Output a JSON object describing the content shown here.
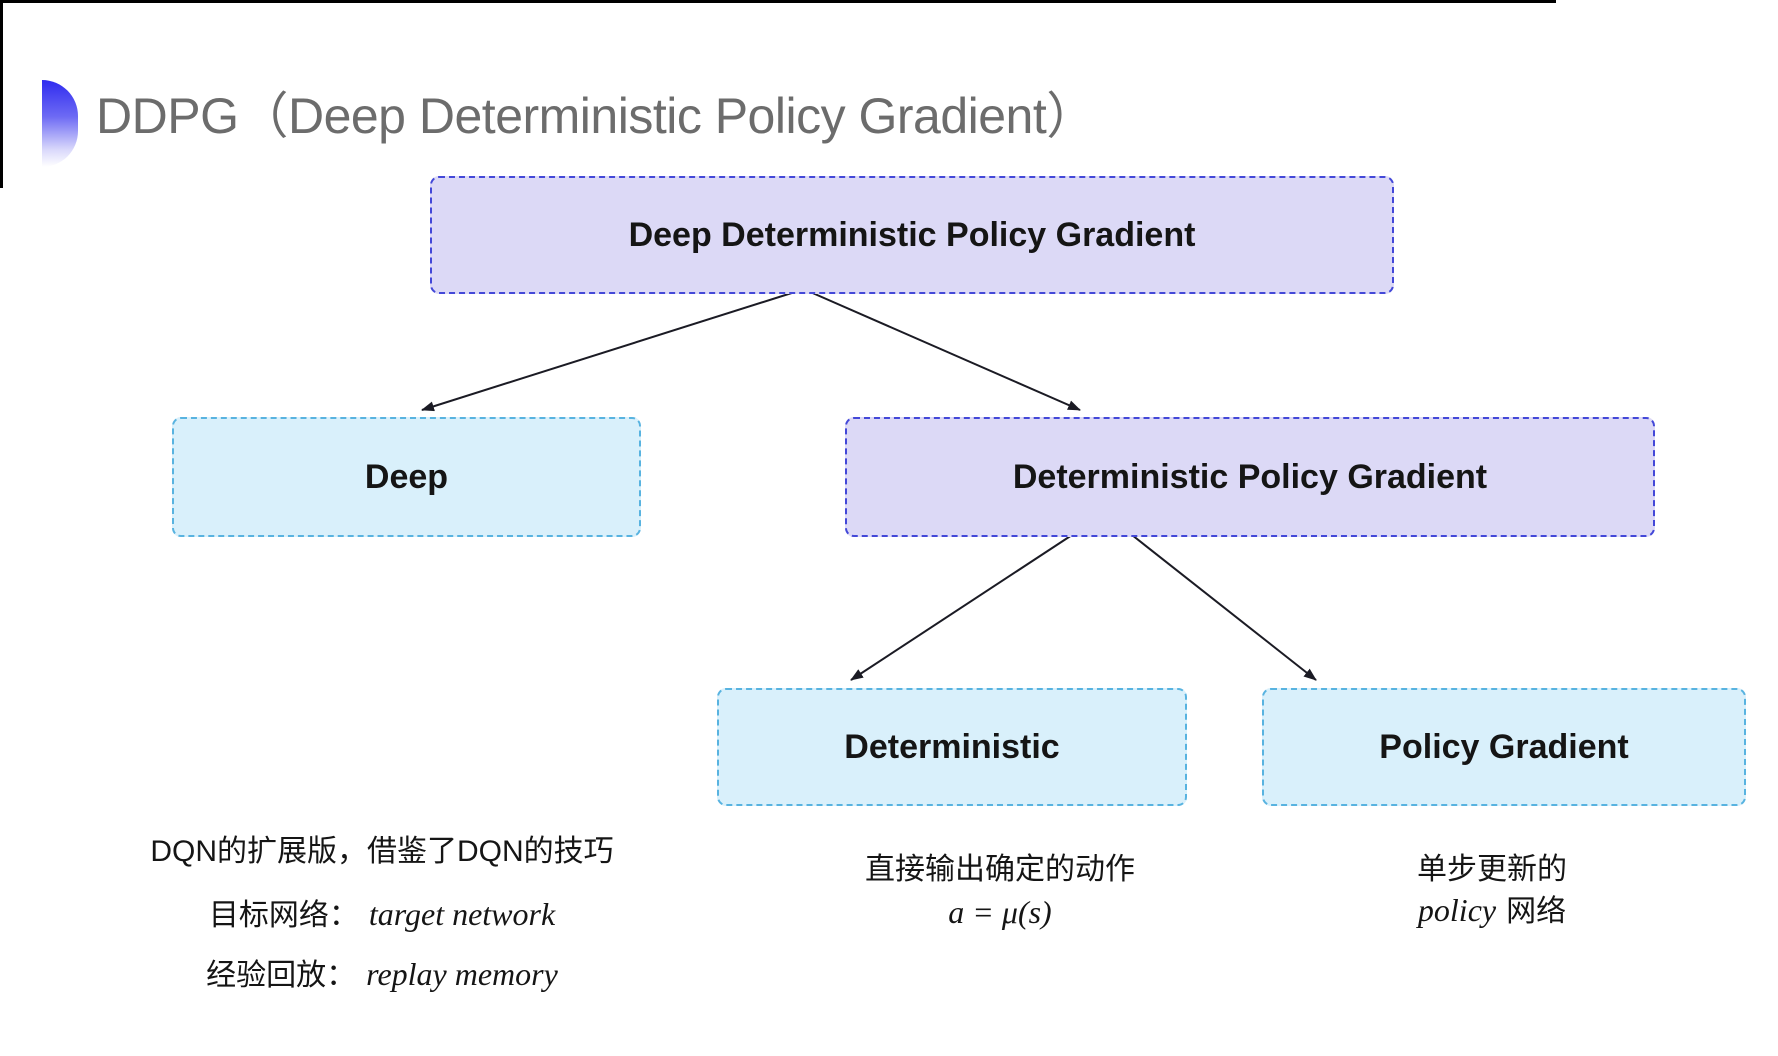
{
  "slide": {
    "title": "DDPG（Deep Deterministic Policy Gradient）"
  },
  "colors": {
    "purple_fill": "#dcd9f6",
    "purple_border": "#4348d8",
    "cyan_fill": "#d9f0fb",
    "cyan_border": "#58b3e0",
    "text_dark": "#151515",
    "title_gray": "#6c6c6c",
    "arrow": "#1b1b24",
    "icon_top": "#2f2bef",
    "icon_bottom": "#ffffff"
  },
  "tree": {
    "root": "Deep Deterministic Policy Gradient",
    "deep": "Deep",
    "dpg": "Deterministic Policy Gradient",
    "deterministic": "Deterministic",
    "policy_gradient": "Policy Gradient"
  },
  "notes": {
    "deep": {
      "line1": "DQN的扩展版，借鉴了DQN的技巧",
      "target_label": "目标网络：",
      "target_value": "target network",
      "replay_label": "经验回放：",
      "replay_value": "replay memory"
    },
    "deterministic": {
      "line1": "直接输出确定的动作",
      "formula": "a = μ(s)"
    },
    "policy_gradient": {
      "line1": "单步更新的",
      "word_italic": "policy",
      "word_rest": "网络"
    }
  }
}
